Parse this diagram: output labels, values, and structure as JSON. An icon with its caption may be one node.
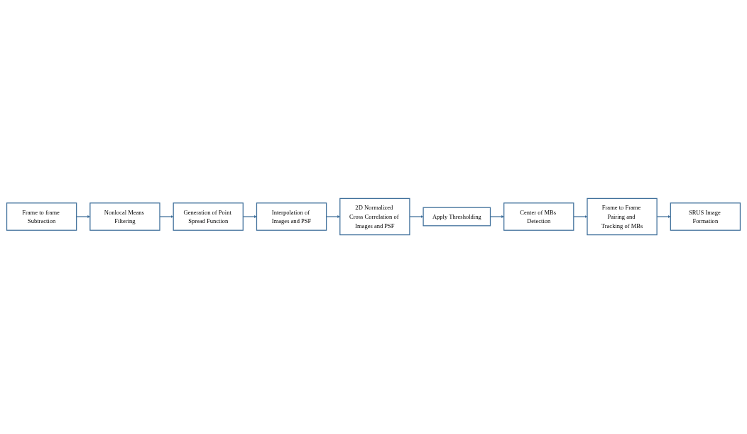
{
  "diagram": {
    "nodes": [
      {
        "text": [
          "Frame to frame Subtraction"
        ]
      },
      {
        "text": [
          "Nonlocal Means Filtering"
        ]
      },
      {
        "text": [
          "Generation of Point Spread Function"
        ]
      },
      {
        "text": [
          "Apply Thresholding"
        ]
      },
      {
        "text": [
          "2D Normalized Cross Correlation of Images and PSF"
        ]
      },
      {
        "text": [
          "Interpolation of Images and PSF"
        ]
      },
      {
        "text": [
          "Center of MBs Detection"
        ]
      },
      {
        "text": [
          "Frame to Frame Pairing and Tracking of MBs"
        ]
      },
      {
        "text": [
          "SRUS Image Formation"
        ]
      }
    ],
    "edges": [
      {
        "from": 0,
        "to": 1,
        "arrow": "to"
      },
      {
        "from": 1,
        "to": 2,
        "arrow": "to"
      },
      {
        "from": 2,
        "to": 5,
        "arrow": "to"
      },
      {
        "from": 5,
        "to": 4,
        "arrow": "to"
      },
      {
        "from": 4,
        "to": 3,
        "arrow": "to"
      },
      {
        "from": 3,
        "to": 6,
        "arrow": "to"
      },
      {
        "from": 6,
        "to": 7,
        "arrow": "to"
      },
      {
        "from": 7,
        "to": 8,
        "arrow": "to"
      }
    ]
  }
}
